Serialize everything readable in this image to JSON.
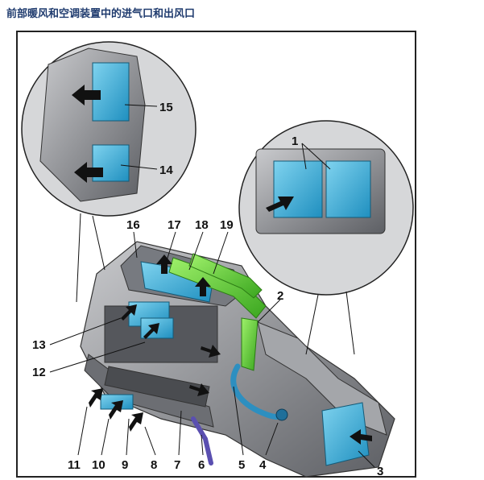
{
  "title": "前部暖风和空调装置中的进气口和出风口",
  "callouts": [
    "1",
    "2",
    "3",
    "4",
    "5",
    "6",
    "7",
    "8",
    "9",
    "10",
    "11",
    "12",
    "13",
    "14",
    "15",
    "16",
    "17",
    "18",
    "19"
  ],
  "colors": {
    "duct_blue": "#3fb0d8",
    "pipe_green": "#5fd23a",
    "housing_gray": "#8f9196",
    "title_blue": "#1f3b6e"
  }
}
